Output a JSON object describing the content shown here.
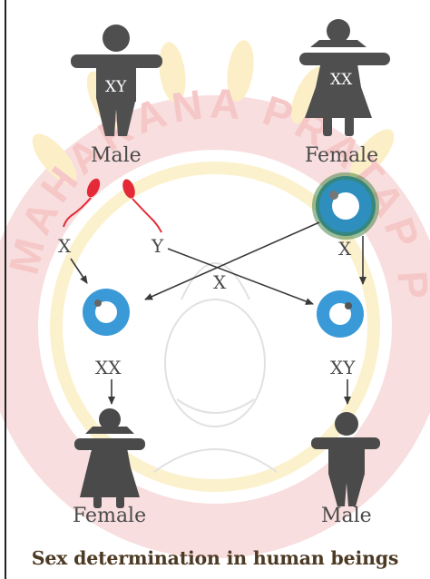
{
  "parents": {
    "male": {
      "chromosomes": "XY",
      "label": "Male"
    },
    "female": {
      "chromosomes": "XX",
      "label": "Female"
    }
  },
  "gametes": {
    "sperm_x": "X",
    "sperm_y": "Y",
    "egg_x_left": "X",
    "egg_x_right": "X"
  },
  "offspring": {
    "female": {
      "chromosomes": "XX",
      "label": "Female"
    },
    "male": {
      "chromosomes": "XY",
      "label": "Male"
    }
  },
  "watermark": {
    "text": "MAHARANA PRATAP PUBLIC SCHOOL"
  },
  "caption": "Sex determination in human beings",
  "colors": {
    "figure": "#4f4f4f",
    "egg": "#3a9ad8",
    "sperm": "#e32a36",
    "caption": "#4d3a24",
    "watermark_red": "#f0b8b8",
    "watermark_yellow": "#fbe8a0"
  }
}
